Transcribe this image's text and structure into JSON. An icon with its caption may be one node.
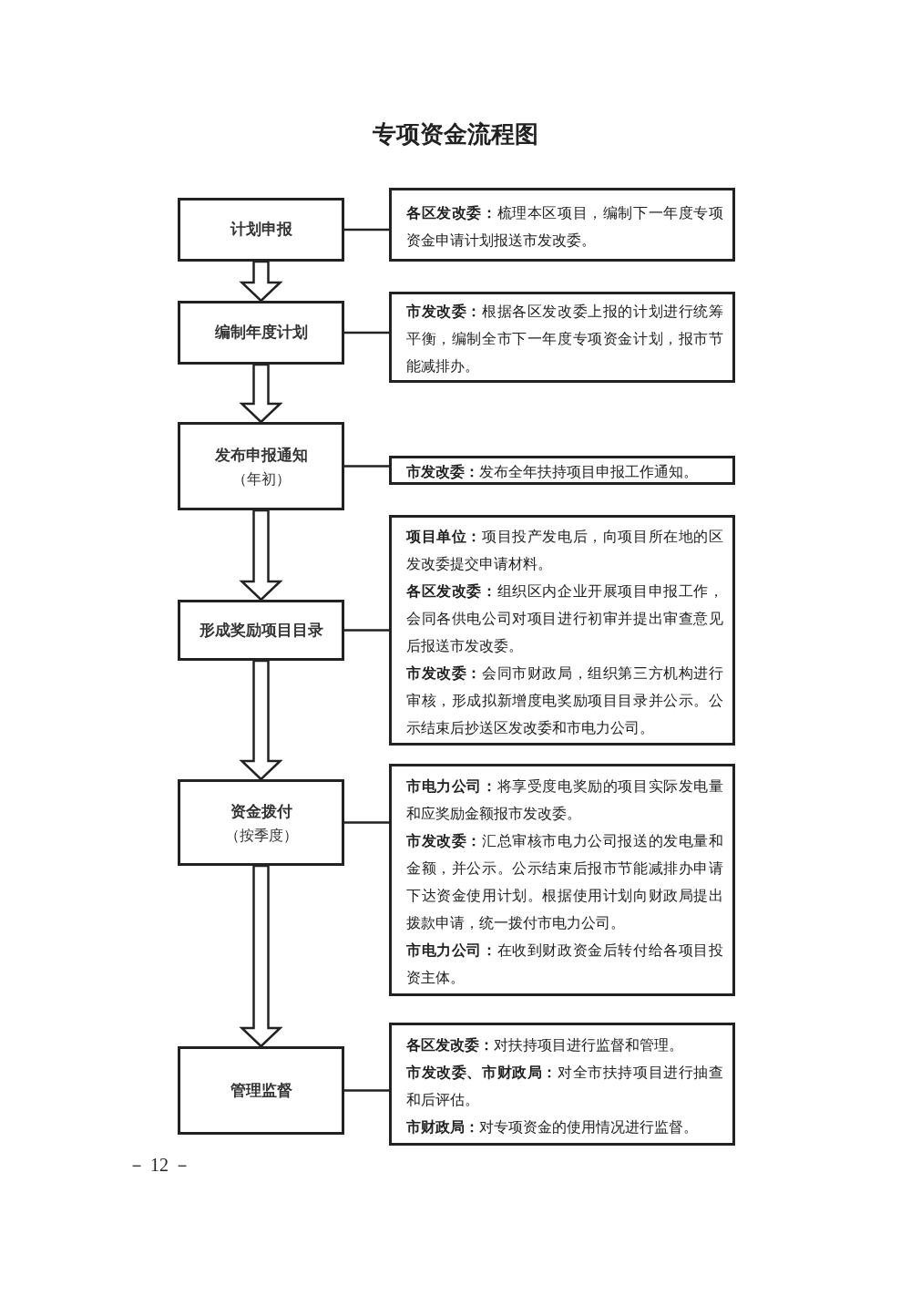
{
  "diagram": {
    "title": "专项资金流程图",
    "nodes": [
      {
        "text": [
          "计划申报"
        ]
      },
      {
        "text": [
          "编制年度计划"
        ]
      },
      {
        "text": [
          "发布申报通知",
          "（年初）"
        ]
      },
      {
        "text": [
          "形成奖励项目目录"
        ]
      },
      {
        "text": [
          "资金拨付",
          "（按季度）"
        ]
      },
      {
        "text": [
          "管理监督"
        ]
      },
      {
        "text": [
          "**各区发改委：**梳理本区项目，编制下一年度专项资金申请计划报送市发改委。"
        ]
      },
      {
        "text": [
          "**市发改委：**根据各区发改委上报的计划进行统筹平衡，编制全市下一年度专项资金计划，报市节能减排办。"
        ]
      },
      {
        "text": [
          "**市发改委：**发布全年扶持项目申报工作通知。"
        ]
      },
      {
        "text": [
          "**项目单位：**项目投产发电后，向项目所在地的区发改委提交申请材料。",
          "**各区发改委：**组织区内企业开展项目申报工作，会同各供电公司对项目进行初审并提出审查意见后报送市发改委。",
          "**市发改委：**会同市财政局，组织第三方机构进行审核，形成拟新增度电奖励项目目录并公示。公示结束后抄送区发改委和市电力公司。"
        ]
      },
      {
        "text": [
          "**市电力公司：**将享受度电奖励的项目实际发电量和应奖励金额报市发改委。",
          "**市发改委：**汇总审核市电力公司报送的发电量和金额，并公示。公示结束后报市节能减排办申请下达资金使用计划。根据使用计划向财政局提出拨款申请，统一拨付市电力公司。",
          "**市电力公司：**在收到财政资金后转付给各项目投资主体。"
        ]
      },
      {
        "text": [
          "**各区发改委：**对扶持项目进行监督和管理。",
          "**市发改委、市财政局：**对全市扶持项目进行抽查和后评估。",
          "**市财政局：**对专项资金的使用情况进行监督。"
        ]
      }
    ],
    "edges": [
      {
        "from": 0,
        "to": 1,
        "arrow": "to"
      },
      {
        "from": 1,
        "to": 2,
        "arrow": "to"
      },
      {
        "from": 2,
        "to": 3,
        "arrow": "to"
      },
      {
        "from": 3,
        "to": 4,
        "arrow": "to"
      },
      {
        "from": 4,
        "to": 5,
        "arrow": "to"
      },
      {
        "from": 0,
        "to": 6,
        "arrow": "none"
      },
      {
        "from": 1,
        "to": 7,
        "arrow": "none"
      },
      {
        "from": 2,
        "to": 8,
        "arrow": "none"
      },
      {
        "from": 3,
        "to": 9,
        "arrow": "none"
      },
      {
        "from": 4,
        "to": 10,
        "arrow": "none"
      },
      {
        "from": 5,
        "to": 11,
        "arrow": "none"
      }
    ],
    "labels": [
      "－ 12 －"
    ]
  }
}
